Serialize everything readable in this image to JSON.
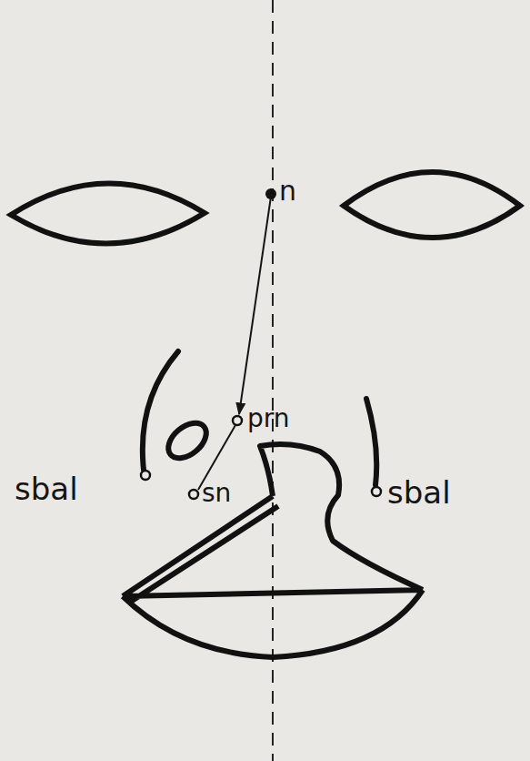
{
  "diagram": {
    "labels": [
      "n",
      "prn",
      "sn",
      "sbal",
      "sbal"
    ]
  }
}
